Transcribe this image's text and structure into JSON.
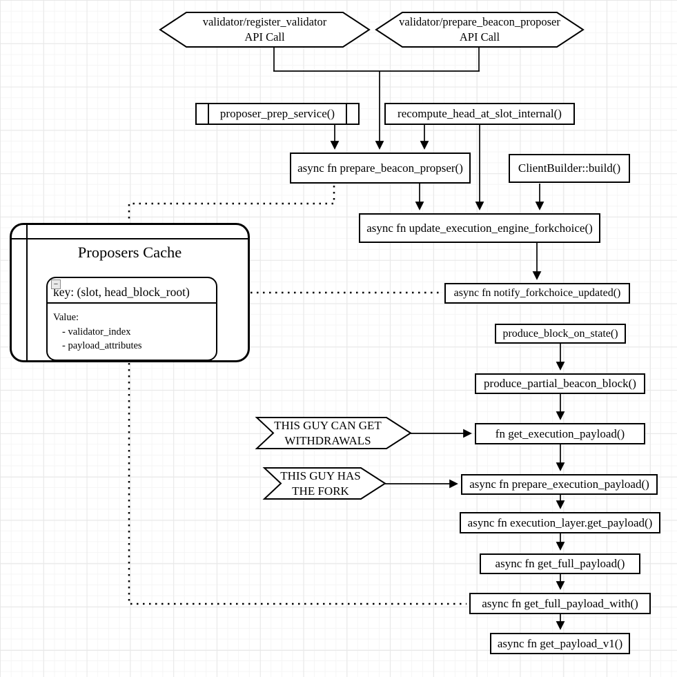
{
  "diagram": {
    "colors": {
      "stroke": "#000000",
      "fill": "#ffffff"
    },
    "nodes": {
      "hex_register": {
        "line1": "validator/register_validator",
        "line2": "API Call"
      },
      "hex_prepare": {
        "line1": "validator/prepare_beacon_proposer",
        "line2": "API Call"
      },
      "proposer_prep_service": {
        "label": "proposer_prep_service()"
      },
      "recompute_head": {
        "label": "recompute_head_at_slot_internal()"
      },
      "prepare_beacon_propser": {
        "label": "async fn prepare_beacon_propser()"
      },
      "client_builder": {
        "label": "ClientBuilder::build()"
      },
      "update_forkchoice": {
        "label": "async fn update_execution_engine_forkchoice()"
      },
      "notify_forkchoice": {
        "label": "async fn notify_forkchoice_updated()"
      },
      "produce_block_on_state": {
        "label": "produce_block_on_state()"
      },
      "produce_partial_beacon_block": {
        "label": "produce_partial_beacon_block()"
      },
      "get_execution_payload": {
        "label": "fn get_execution_payload()"
      },
      "prepare_execution_payload": {
        "label": "async fn prepare_execution_payload()"
      },
      "execution_layer_get_payload": {
        "label": "async fn execution_layer.get_payload()"
      },
      "get_full_payload": {
        "label": "async fn get_full_payload()"
      },
      "get_full_payload_with": {
        "label": "async fn get_full_payload_with()"
      },
      "get_payload_v1": {
        "label": "async fn get_payload_v1()"
      },
      "callout_withdrawals": {
        "line1": "THIS GUY CAN GET",
        "line2": "WITHDRAWALS"
      },
      "callout_fork": {
        "line1": "THIS GUY HAS",
        "line2": "THE FORK"
      }
    },
    "cache": {
      "title": "Proposers Cache",
      "collapse_icon": "−",
      "key": "key: (slot, head_block_root)",
      "value_label": "Value:",
      "value_items": [
        "- validator_index",
        "- payload_attributes"
      ]
    }
  }
}
